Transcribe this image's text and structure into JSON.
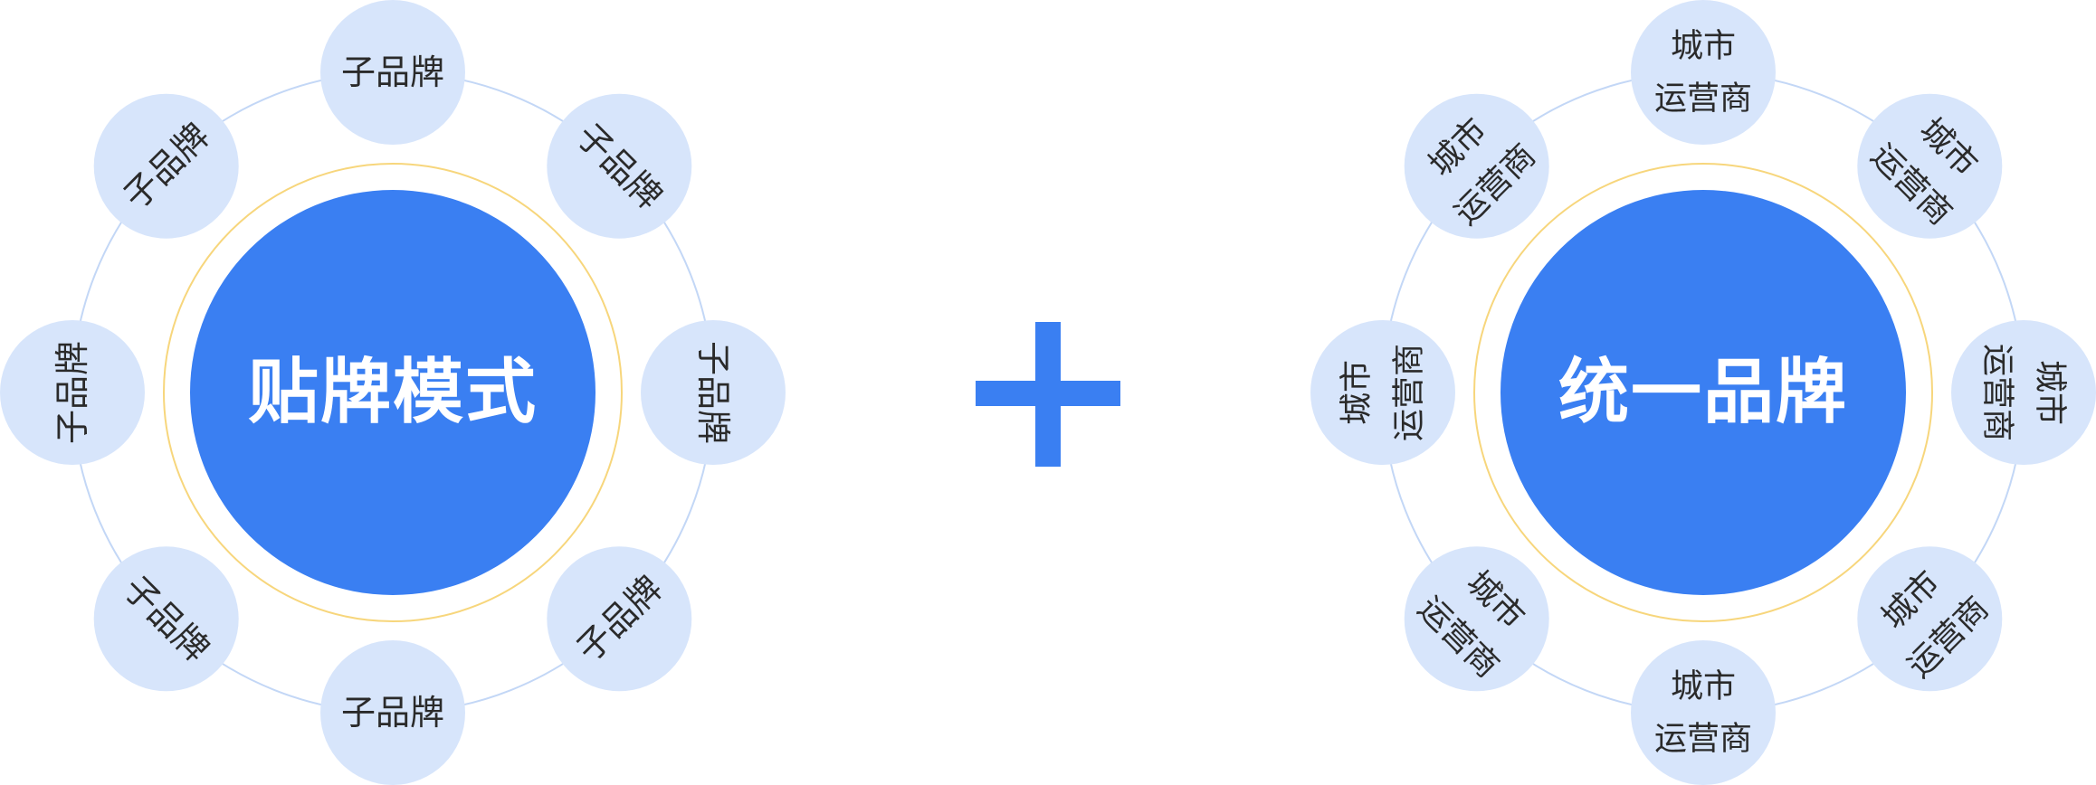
{
  "left_diagram": {
    "center_label": "贴牌模式",
    "satellite_lines": [
      "子品牌"
    ],
    "satellite_count": 8
  },
  "right_diagram": {
    "center_label": "统一品牌",
    "satellite_lines": [
      "城市",
      "运营商"
    ],
    "satellite_count": 8
  },
  "operator": "plus",
  "colors": {
    "center_fill": "#3a7ff2",
    "satellite_fill": "#d7e5fb",
    "orbit_stroke": "#c3d7f6",
    "inner_ring_stroke": "#f7d67c",
    "plus_fill": "#3a7ff2",
    "center_text": "#ffffff",
    "satellite_text": "#2a2a2a"
  }
}
